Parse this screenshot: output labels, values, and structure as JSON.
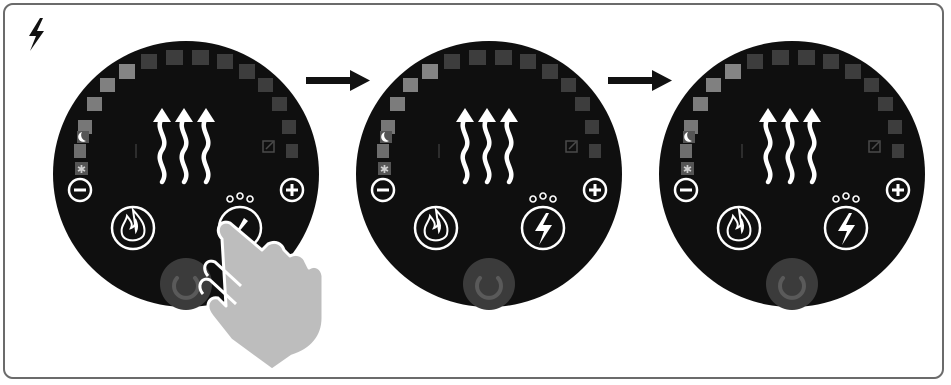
{
  "figure": {
    "corner_icon": "lightning-bolt-icon",
    "sequence_arrow_icon": "right-arrow-icon",
    "hand_icon": "pointing-hand-icon",
    "colors": {
      "panel": "#0f0f0f",
      "frame": "#6b6b6b",
      "glyph": "#ffffff",
      "segment_lit": "#7a7a7a",
      "segment_dim": "#3b3b3b",
      "hand": "#bdbdbd"
    }
  },
  "panels": [
    {
      "id": "step-1",
      "mode_button_icon": "boost-dial-icon",
      "pressed": true,
      "icons": {
        "heat": "heat-waves-icon",
        "moon": "moon-icon",
        "frost": "snowflake-icon",
        "window": "open-window-icon",
        "minus": "minus-icon",
        "plus": "plus-icon",
        "flame": "flame-icon",
        "power": "power-icon"
      }
    },
    {
      "id": "step-2",
      "mode_button_icon": "boost-lightning-icon",
      "pressed": false,
      "icons": {
        "heat": "heat-waves-icon",
        "moon": "moon-icon",
        "frost": "snowflake-icon",
        "window": "open-window-icon",
        "minus": "minus-icon",
        "plus": "plus-icon",
        "flame": "flame-icon",
        "power": "power-icon"
      }
    },
    {
      "id": "step-3",
      "mode_button_icon": "boost-lightning-icon",
      "pressed": false,
      "icons": {
        "heat": "heat-waves-icon",
        "moon": "moon-icon",
        "frost": "snowflake-icon",
        "window": "open-window-icon",
        "minus": "minus-icon",
        "plus": "plus-icon",
        "flame": "flame-icon",
        "power": "power-icon"
      }
    }
  ]
}
